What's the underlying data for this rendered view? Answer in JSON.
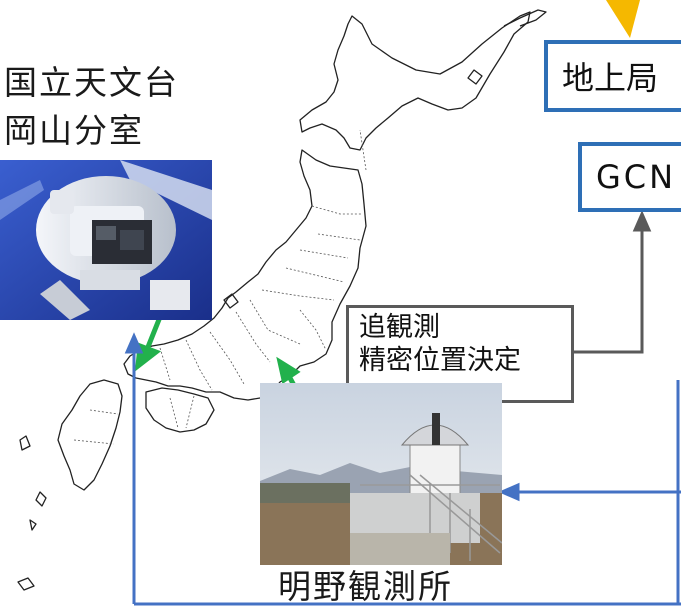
{
  "labels": {
    "okayama_line1": "国立天文台",
    "okayama_line2": "岡山分室",
    "ground_station": "地上局",
    "gcn": "GCN",
    "followup_line1": "追観測",
    "followup_line2": "精密位置決定",
    "akeno": "明野観測所"
  },
  "colors": {
    "arrow_blue": "#4472c4",
    "arrow_green": "#22b14c",
    "arrow_gray": "#5a5a5a",
    "box_blue": "#2e6fb6",
    "satellite_yellow": "#f5b800"
  },
  "images": {
    "okayama_photo": "telescope-photo",
    "akeno_photo": "observatory-dome-photo"
  }
}
